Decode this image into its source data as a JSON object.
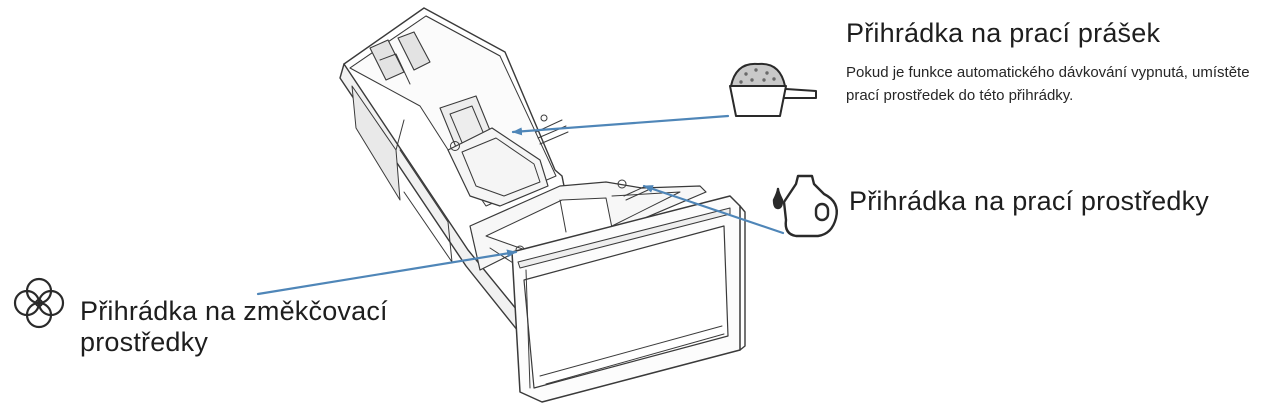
{
  "labels": {
    "powder_title": "Přihrádka na prací prášek",
    "powder_desc": "Pokud je funkce automatického dávkování vypnutá, umístěte prací prostředek do této přihrádky.",
    "liquid_title": "Přihrádka na prací prostředky",
    "softener_title": "Přihrádka na změkčovací prostředky"
  },
  "icons": {
    "powder": "powder-scoop-icon",
    "liquid": "detergent-bottle-icon",
    "softener": "flower-icon"
  },
  "colors": {
    "arrow": "#4f86b8",
    "line": "#3a3a3a"
  }
}
